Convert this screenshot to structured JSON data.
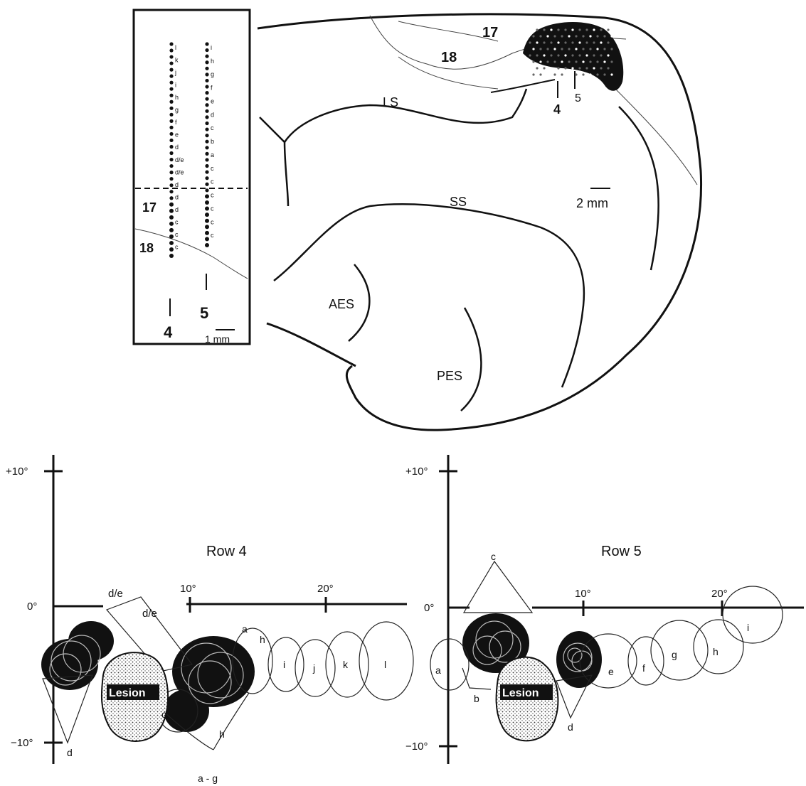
{
  "brain": {
    "area17": "17",
    "area18": "18",
    "sulcus_ls": "LS",
    "sulcus_ss": "SS",
    "sulcus_aes": "AES",
    "sulcus_pes": "PES",
    "row4_marker": "4",
    "row5_marker": "5",
    "scale": "2 mm"
  },
  "inset": {
    "area17": "17",
    "area18": "18",
    "row4": "4",
    "row5": "5",
    "scale": "1 mm",
    "row4_labels": [
      "l",
      "k",
      "j",
      "i",
      "h",
      "g",
      "f",
      "e",
      "d",
      "d/e",
      "d/e",
      "d",
      "d",
      "d",
      "c",
      "c",
      "c"
    ],
    "row5_labels": [
      "i",
      "h",
      "g",
      "f",
      "e",
      "d",
      "c",
      "b",
      "a",
      "c",
      "c",
      "c",
      "c",
      "c",
      "c"
    ]
  },
  "plots": [
    {
      "title": "Row 4",
      "y_top": "+10°",
      "y_zero": "0°",
      "y_bottom": "−10°",
      "x_ticks": [
        "10°",
        "20°"
      ],
      "lesion": "Lesion",
      "labels": [
        "d/e",
        "d/e",
        "a",
        "h",
        "i",
        "j",
        "k",
        "l",
        "c",
        "h",
        "a - g",
        "d"
      ]
    },
    {
      "title": "Row 5",
      "y_top": "+10°",
      "y_zero": "0°",
      "y_bottom": "−10°",
      "x_ticks": [
        "10°",
        "20°"
      ],
      "lesion": "Lesion",
      "labels": [
        "c",
        "a",
        "b",
        "d",
        "e",
        "f",
        "g",
        "h",
        "i"
      ]
    }
  ],
  "colors": {
    "ink": "#111111",
    "lesion_fill": "#d8d8d8",
    "background": "#ffffff"
  }
}
